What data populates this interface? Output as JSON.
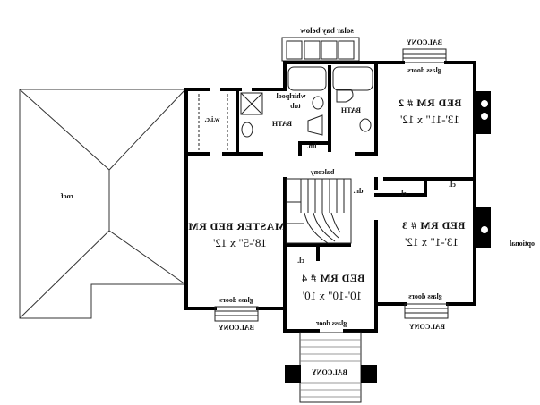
{
  "plan": {
    "roof": "roof",
    "optional": "optional",
    "solar_bay": "solar bay below",
    "balcony_upper": "BALCONY",
    "balcony_master": "BALCONY",
    "balcony_br3": "BALCONY",
    "balcony_front": "BALCONY",
    "balcony_interior": "balcony",
    "glass_doors_br2": "glass doors",
    "glass_doors_master": "glass doors",
    "glass_doors_br3": "glass doors",
    "glass_door_br4": "glass door",
    "wic": "w.i.c.",
    "whirlpool": "whirlpool",
    "tub": "tub",
    "bath_master": "BATH",
    "bath_2": "BATH",
    "linen": "lin.",
    "down": "dn.",
    "closet_br2": "cl.",
    "closet_br3": "cl.",
    "closet_br4": "cl.",
    "rooms": [
      {
        "name": "BED RM # 2",
        "size": "13'-11\" x 12'"
      },
      {
        "name": "MASTER BED RM",
        "size": "18'-5\" x 12'"
      },
      {
        "name": "BED RM # 3",
        "size": "13'-1\" x 12'"
      },
      {
        "name": "BED RM # 4",
        "size": "10'-10\" x 10'"
      }
    ]
  }
}
